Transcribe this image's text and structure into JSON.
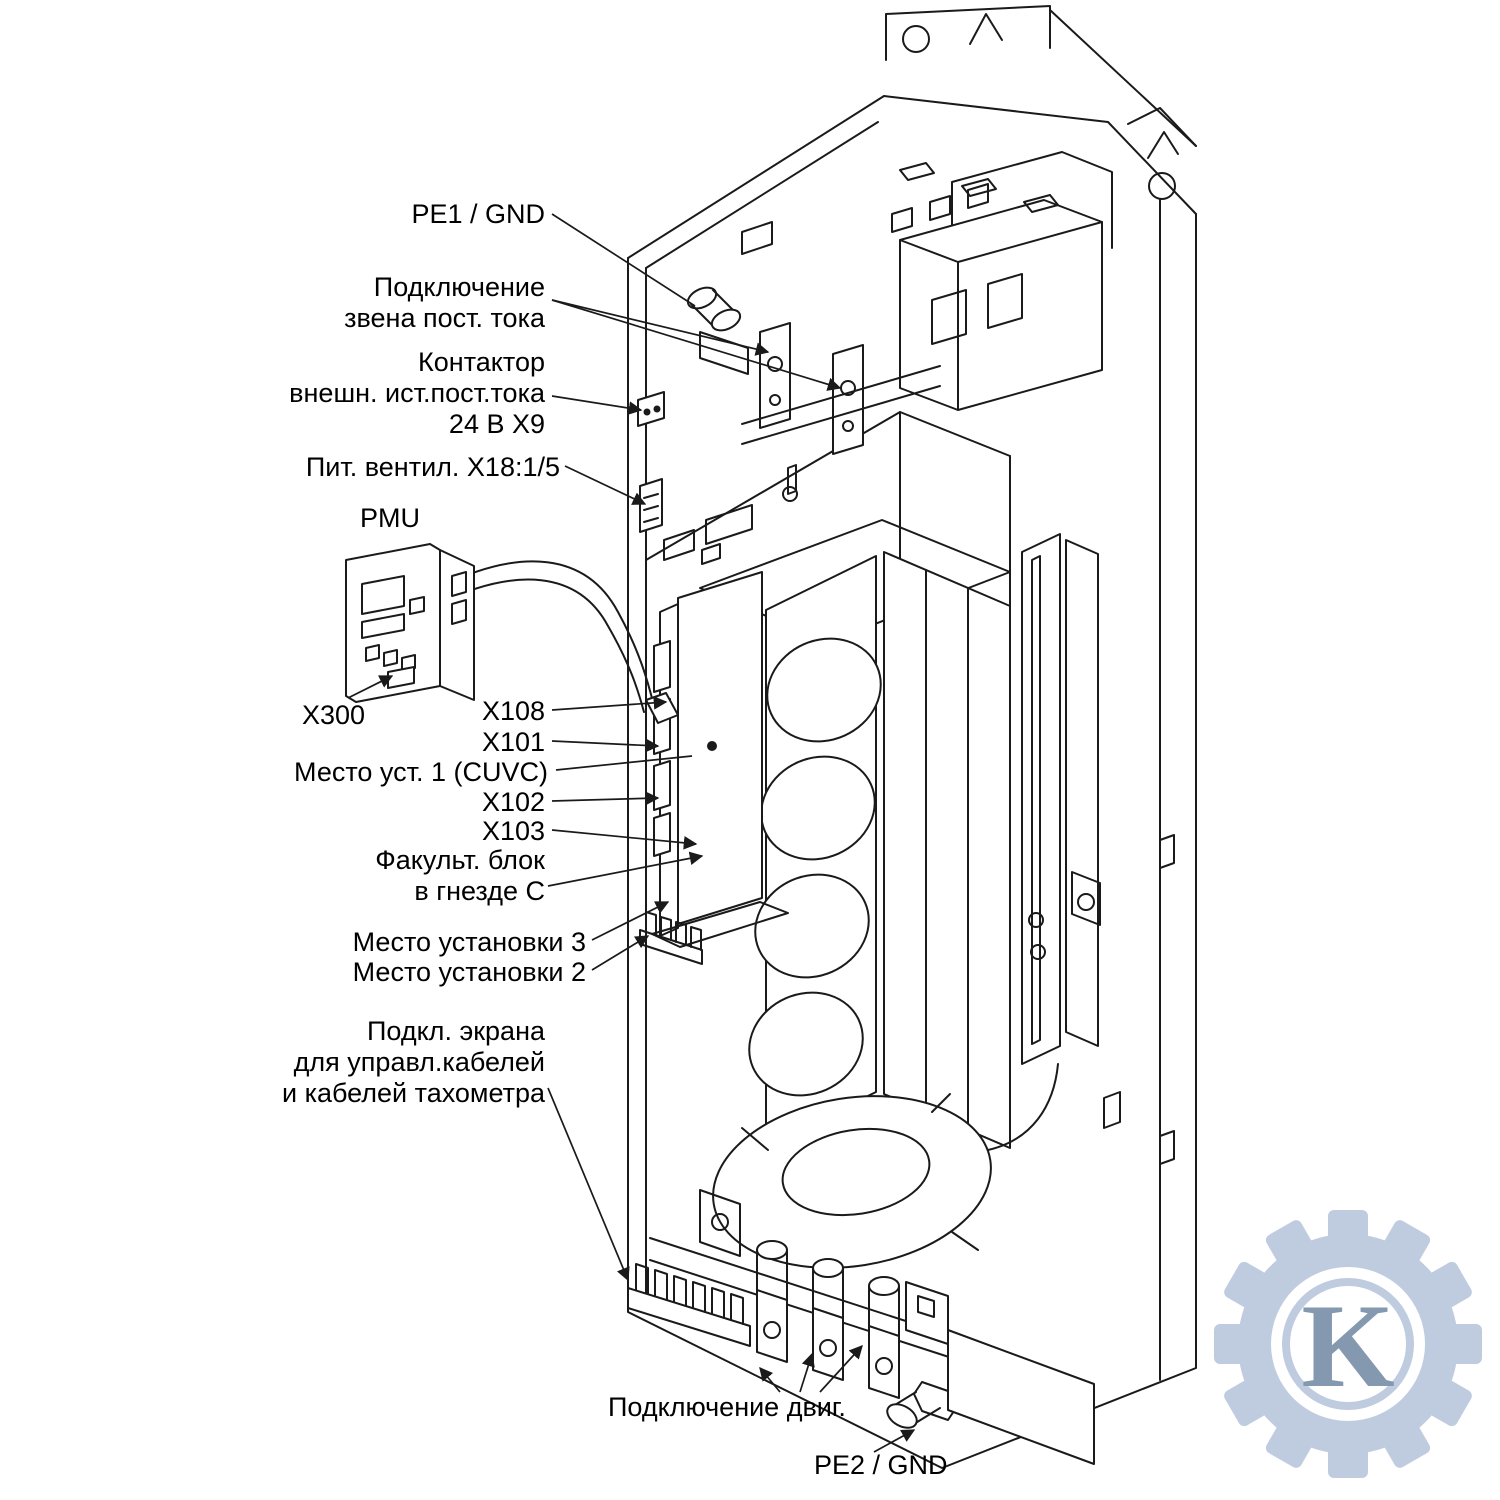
{
  "figure": {
    "type": "technical-exploded-diagram",
    "line_color": "#1a1a1a",
    "background": "#ffffff",
    "watermark_color": "#bccadf",
    "watermark_letter_color": "#7e93ab"
  },
  "labels": {
    "pe1": "PE1 / GND",
    "dc_link": "Подключение\nзвена пост. тока",
    "contactor": "Контактор\nвнешн. ист.пост.тока\n24 В X9",
    "fan_supply": "Пит. вентил. X18:1/5",
    "pmu": "PMU",
    "x300": "X300",
    "x108": "X108",
    "x101": "X101",
    "slot1": "Место уст. 1 (CUVC)",
    "x102": "X102",
    "x103": "X103",
    "opt_block": "Факульт. блок\nв гнезде C",
    "slot3": "Место установки 3",
    "slot2": "Место установки 2",
    "shield": "Подкл. экрана\nдля управл.кабелей\nи кабелей тахометра",
    "motor": "Подключение двиг.",
    "pe2": "PE2 / GND",
    "watermark_letter": "K"
  }
}
